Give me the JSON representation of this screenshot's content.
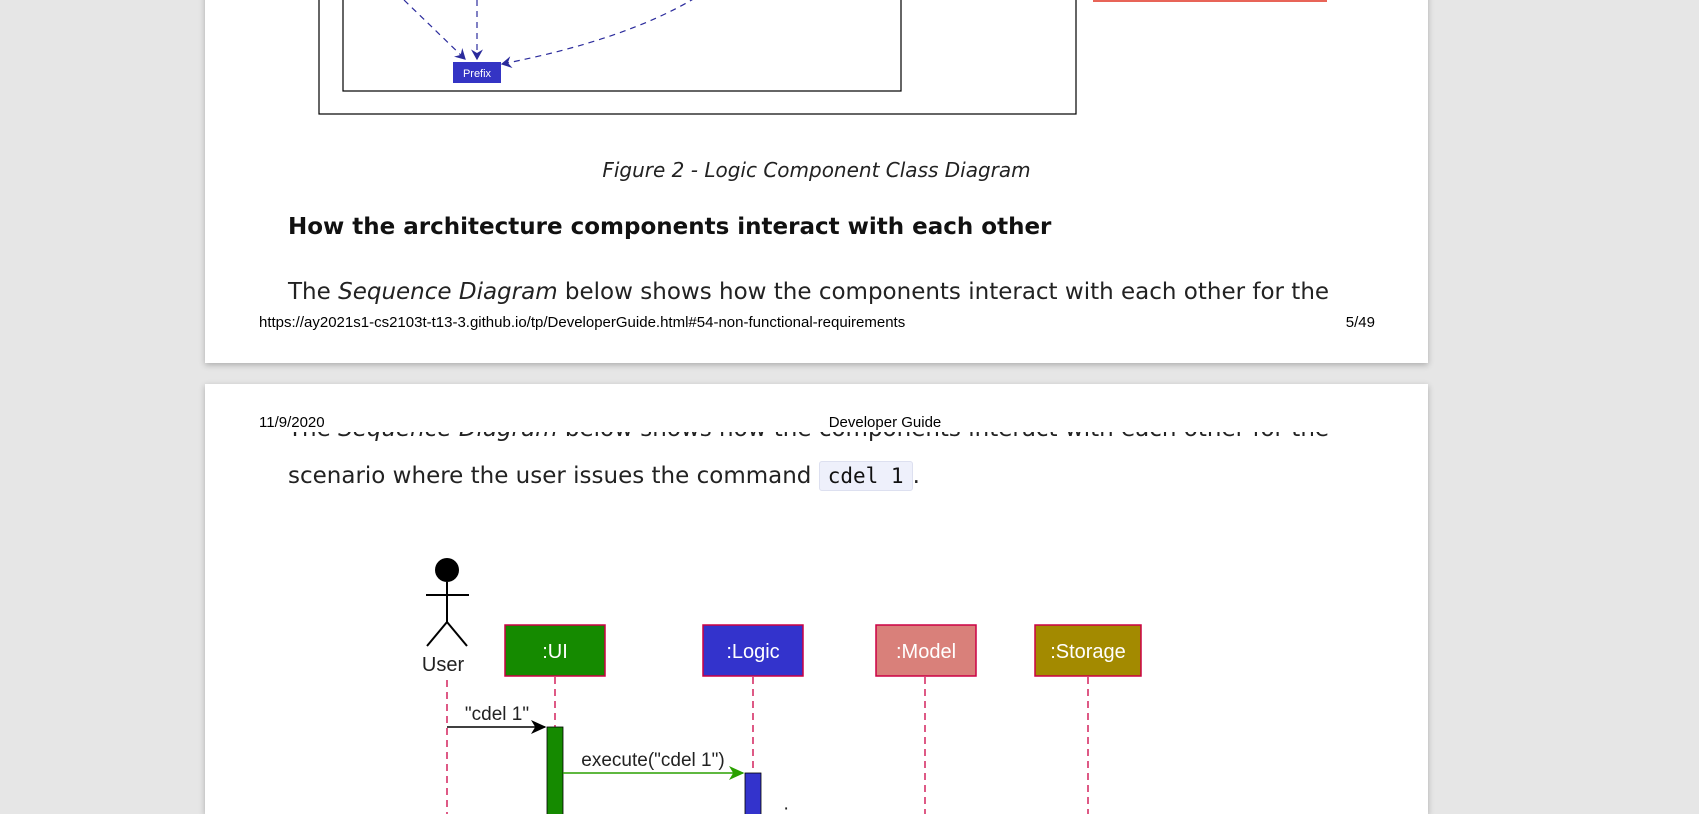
{
  "page1": {
    "diagram": {
      "prefix_label": "Prefix"
    },
    "figure_caption": "Figure 2 - Logic Component Class Diagram",
    "section_heading": "How the architecture components interact with each other",
    "paragraph_cut": {
      "before": "The ",
      "italic": "Sequence Diagram",
      "after": " below shows how the components interact with each other for the"
    },
    "footer": {
      "url": "https://ay2021s1-cs2103t-t13-3.github.io/tp/DeveloperGuide.html#54-non-functional-requirements",
      "page": "5/49"
    }
  },
  "page2": {
    "header": {
      "date": "11/9/2020",
      "title": "Developer Guide"
    },
    "paragraph_cut": {
      "before": "The ",
      "italic": "Sequence Diagram",
      "after": " below shows how the components interact with each other for the"
    },
    "paragraph_line2": "scenario where the user issues the command ",
    "command_code": "cdel 1",
    "paragraph_end": ".",
    "sequence": {
      "actor": "User",
      "participants": [
        {
          "label": ":UI",
          "color": "#158a00"
        },
        {
          "label": ":Logic",
          "color": "#3333cc"
        },
        {
          "label": ":Model",
          "color": "#d9807a"
        },
        {
          "label": ":Storage",
          "color": "#a38a00"
        }
      ],
      "messages": [
        {
          "label": "\"cdel 1\""
        },
        {
          "label": "execute(\"cdel 1\")"
        }
      ],
      "border_color": "#cc0044"
    }
  }
}
